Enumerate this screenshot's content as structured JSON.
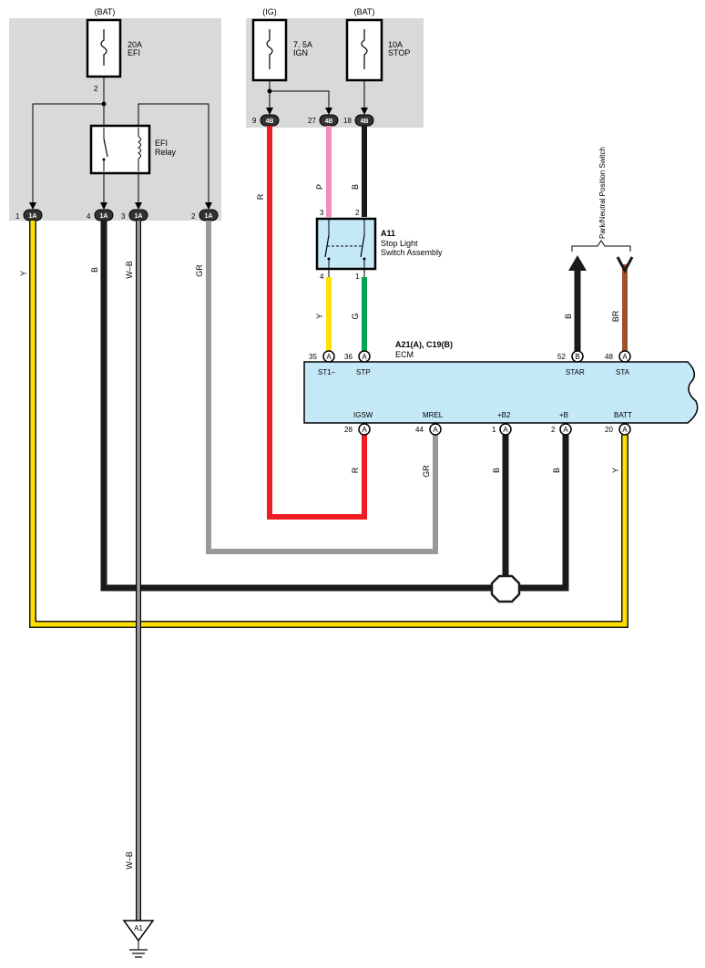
{
  "fuse_box_left": {
    "source": "(BAT)",
    "fuse_efi": {
      "rating": "20A",
      "name": "EFI"
    },
    "fuse_pin": "2",
    "relay": {
      "line1": "EFI",
      "line2": "Relay"
    },
    "pins": [
      {
        "pin": "1",
        "conn": "1A",
        "wire": "Y"
      },
      {
        "pin": "4",
        "conn": "1A",
        "wire": "B"
      },
      {
        "pin": "3",
        "conn": "1A",
        "wire": "W–B"
      },
      {
        "pin": "2",
        "conn": "1A",
        "wire": "GR"
      }
    ]
  },
  "fuse_box_right": {
    "source_ig": "(IG)",
    "source_bat": "(BAT)",
    "fuse_ign": {
      "rating": "7. 5A",
      "name": "IGN"
    },
    "fuse_stop": {
      "rating": "10A",
      "name": "STOP"
    },
    "pins": [
      {
        "pin": "9",
        "conn": "4B",
        "wire": "R"
      },
      {
        "pin": "27",
        "conn": "4B",
        "wire": "P"
      },
      {
        "pin": "18",
        "conn": "4B",
        "wire": "B"
      }
    ]
  },
  "stop_light_switch": {
    "id": "A11",
    "line1": "Stop Light",
    "line2": "Switch Assembly",
    "pin_top_left": "3",
    "pin_top_right": "2",
    "pin_bottom_left": "4",
    "pin_bottom_right": "1",
    "wire_bottom_left": "Y",
    "wire_bottom_right": "G"
  },
  "park_neutral_switch": {
    "label": "Park/Neutral Position Switch",
    "wire_left": "B",
    "wire_right": "BR"
  },
  "ecm": {
    "id": "A21(A), C19(B)",
    "name": "ECM",
    "top_pins": [
      {
        "num": "35",
        "conn": "A",
        "name": "ST1–"
      },
      {
        "num": "36",
        "conn": "A",
        "name": "STP"
      },
      {
        "num": "52",
        "conn": "B",
        "name": "STAR"
      },
      {
        "num": "48",
        "conn": "A",
        "name": "STA"
      }
    ],
    "bottom_pins": [
      {
        "num": "28",
        "conn": "A",
        "name": "IGSW",
        "wire": "R"
      },
      {
        "num": "44",
        "conn": "A",
        "name": "MREL",
        "wire": "GR"
      },
      {
        "num": "1",
        "conn": "A",
        "name": "+B2",
        "wire": "B"
      },
      {
        "num": "2",
        "conn": "A",
        "name": "+B",
        "wire": "B"
      },
      {
        "num": "20",
        "conn": "A",
        "name": "BATT",
        "wire": "Y"
      }
    ]
  },
  "ground": {
    "id": "A1",
    "wire": "W–B"
  },
  "colors": {
    "yellow": "#ffe000",
    "black": "#1a1a1a",
    "gray": "#999999",
    "red": "#ee1c24",
    "pink": "#f08cc0",
    "green": "#00a651",
    "brown": "#a0522d",
    "ecm_fill": "#c5e8f7",
    "panel": "#d9d9d9"
  }
}
